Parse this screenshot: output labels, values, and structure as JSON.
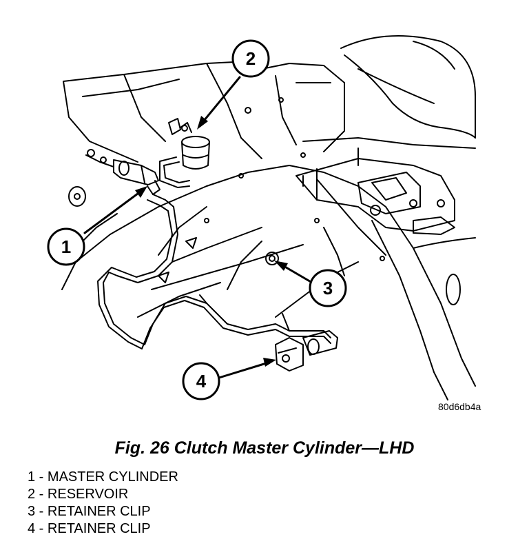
{
  "figure": {
    "image_code": "80d6db4a",
    "caption": "Fig. 26 Clutch Master Cylinder—LHD",
    "callouts": [
      "1",
      "2",
      "3",
      "4"
    ],
    "legend": [
      {
        "num": "1",
        "sep": " - ",
        "label": "MASTER CYLINDER"
      },
      {
        "num": "2",
        "sep": " - ",
        "label": "RESERVOIR"
      },
      {
        "num": "3",
        "sep": " - ",
        "label": "RETAINER CLIP"
      },
      {
        "num": "4",
        "sep": " - ",
        "label": "RETAINER CLIP"
      }
    ]
  }
}
